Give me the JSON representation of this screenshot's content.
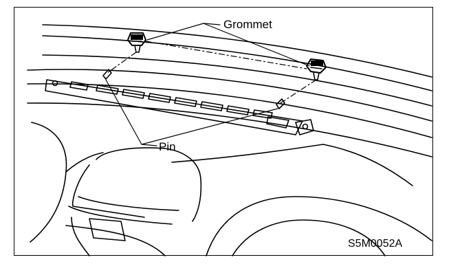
{
  "labels": {
    "grommet": "Grommet",
    "pin": "Pin",
    "figure_code": "S5M0052A"
  },
  "colors": {
    "line": "#000000",
    "background": "#ffffff"
  }
}
